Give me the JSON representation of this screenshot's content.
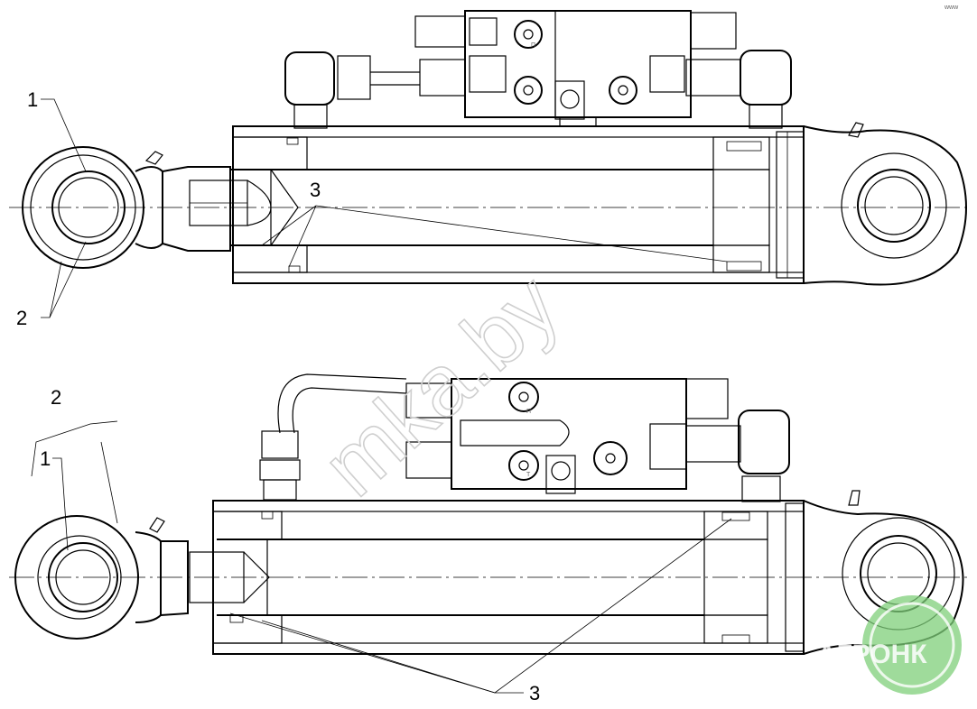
{
  "callouts": {
    "top_1": "1",
    "top_2": "2",
    "top_3": "3",
    "bottom_1": "1",
    "bottom_2": "2",
    "bottom_3": "3"
  },
  "port_marks": {
    "top_a": "П",
    "bottom_p": "П",
    "bottom_t": "Т"
  },
  "watermark": "mka.by",
  "logo": {
    "text": "АГРОНК",
    "color": "#7fcf7a"
  },
  "corner_mark": "www",
  "colors": {
    "line": "#000000",
    "hatch_fill": "#000000",
    "watermark": "#cfcfcf",
    "logo_green": "#7fcf7a"
  }
}
